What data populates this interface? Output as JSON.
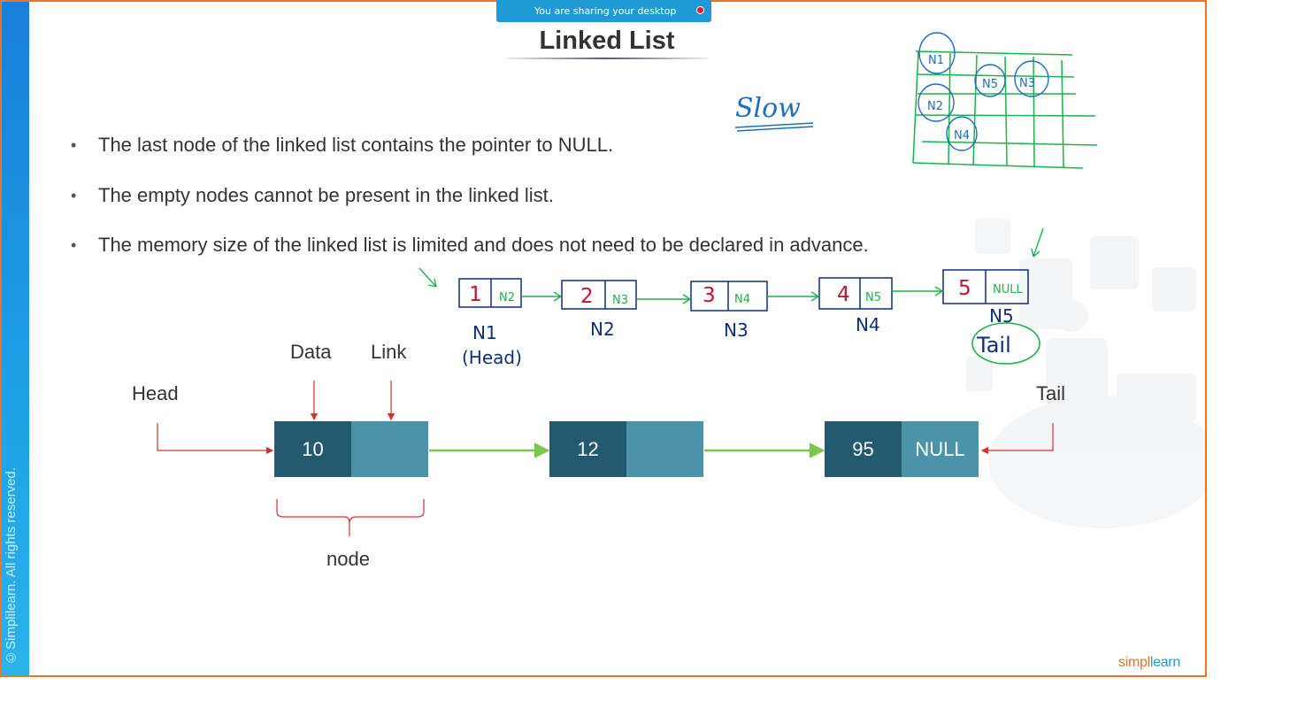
{
  "share_banner": {
    "text": "You are sharing your desktop"
  },
  "slide": {
    "title": "Linked List",
    "copyright": "©Simplilearn. All rights reserved.",
    "bullets": [
      "The last node of the linked list contains the pointer to NULL.",
      "The empty nodes cannot be present in the linked list.",
      "The memory size of the linked list is limited and does not need to be declared in advance."
    ],
    "diagram": {
      "head_label": "Head",
      "tail_label": "Tail",
      "data_label": "Data",
      "link_label": "Link",
      "node_label": "node",
      "nodes": [
        {
          "data": "10",
          "link": ""
        },
        {
          "data": "12",
          "link": ""
        },
        {
          "data": "95",
          "link": "NULL"
        }
      ]
    },
    "logo": {
      "part1": "simpl",
      "part2": "learn"
    }
  },
  "annotations": {
    "slow_word": "Slow",
    "grid_nodes": [
      "N1",
      "N2",
      "N3",
      "N4",
      "N5"
    ],
    "chain": [
      {
        "value": "1",
        "next": "N2",
        "name": "N1",
        "sub": "(Head)"
      },
      {
        "value": "2",
        "next": "N3",
        "name": "N2",
        "sub": ""
      },
      {
        "value": "3",
        "next": "N4",
        "name": "N3",
        "sub": ""
      },
      {
        "value": "4",
        "next": "N5",
        "name": "N4",
        "sub": ""
      },
      {
        "value": "5",
        "next": "NULL",
        "name": "N5",
        "sub": ""
      }
    ],
    "tail_word": "Tail",
    "colors": {
      "ink_blue": "#0d2f7a",
      "ink_red": "#c8102e",
      "ink_green": "#1bb34a",
      "arrow_green": "#7dc64b",
      "arrow_red": "#d93030"
    }
  }
}
